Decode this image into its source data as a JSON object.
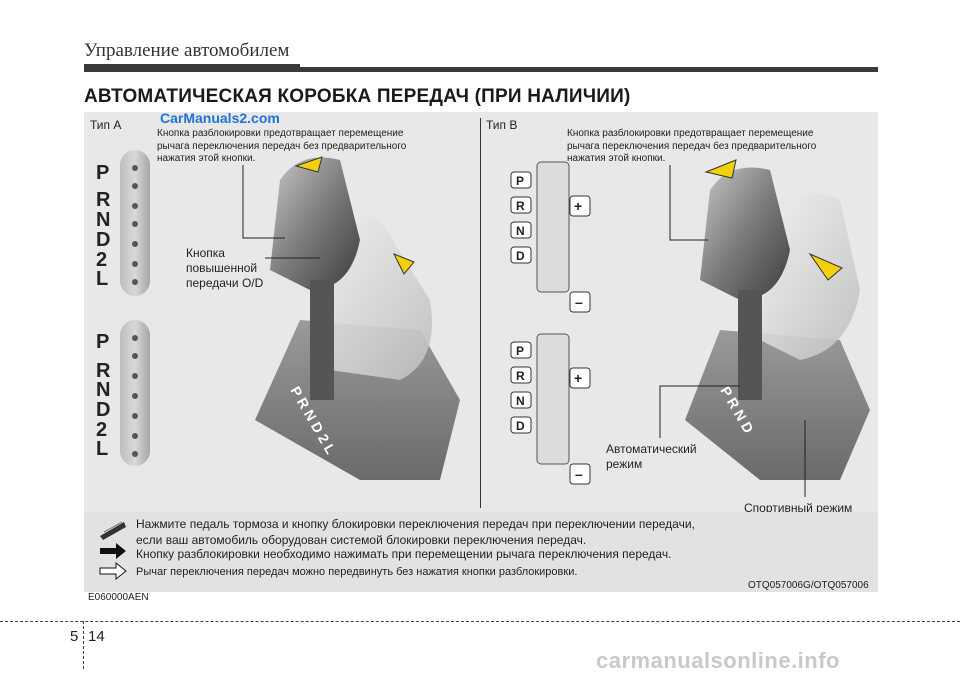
{
  "header": {
    "section_title": "Управление автомобилем",
    "main_title": "АВТОМАТИЧЕСКАЯ КОРОБКА ПЕРЕДАЧ (ПРИ НАЛИЧИИ)"
  },
  "watermark_top": "CarManuals2.com",
  "watermark_bottom": "carmanualsonline.info",
  "type_a": {
    "label": "Тип A",
    "release_note": [
      "Кнопка разблокировки предотвращает перемещение",
      "рычага переключения передач без предварительного",
      "нажатия этой кнопки."
    ],
    "od_button": [
      "Кнопка",
      "повышенной",
      "передачи O/D"
    ],
    "gears": [
      "P",
      "R",
      "N",
      "D",
      "2",
      "L"
    ]
  },
  "type_b": {
    "label": "Тип B",
    "release_note": [
      "Кнопка разблокировки предотвращает перемещение",
      "рычага переключения передач без предварительного",
      "нажатия этой кнопки."
    ],
    "auto_mode": [
      "Автоматический",
      "режим"
    ],
    "sport_mode": "Спортивный режим",
    "gears": [
      "P",
      "R",
      "N",
      "D"
    ]
  },
  "legend": {
    "line1": "Нажмите педаль тормоза и кнопку блокировки переключения передач при переключении передачи,",
    "line2": "если ваш автомобиль оборудован системой блокировки переключения передач.",
    "line3": "Кнопку разблокировки необходимо нажимать при перемещении рычага переключения передач.",
    "line4": "Рычаг переключения передач можно передвинуть без нажатия кнопки разблокировки."
  },
  "figure_code_left": "E060000AEN",
  "figure_code_right": "OTQ057006G/OTQ057006",
  "page": {
    "chapter": "5",
    "number": "14"
  }
}
